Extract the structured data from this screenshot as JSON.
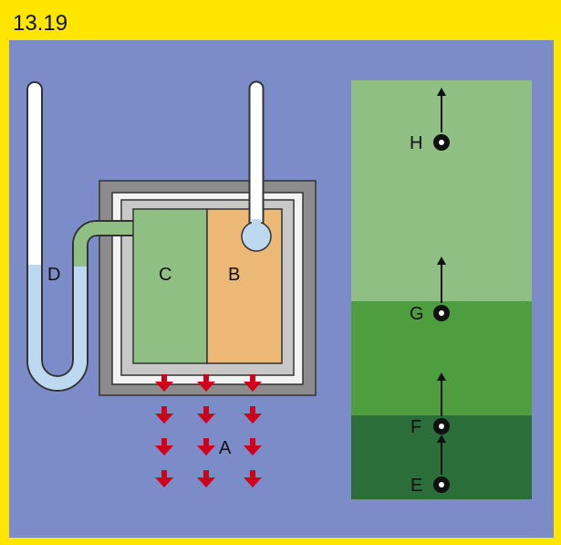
{
  "figure": {
    "number": "13.19",
    "colors": {
      "frame": "#ffe600",
      "background": "#7b8cc8",
      "tube_fluid": "#bcd9f0",
      "chamber_c": "#8fbf83",
      "chamber_b": "#ebb876",
      "insulation": "#8c8c8c",
      "heat_arrow": "#d0021b",
      "column_top": "#8fbf83",
      "column_middle": "#4e9e40",
      "column_bottom": "#2b6e3a"
    }
  },
  "apparatus": {
    "labels": {
      "A": "A",
      "B": "B",
      "C": "C",
      "D": "D"
    },
    "heat_arrow_rows": 4,
    "heat_arrow_columns": 3
  },
  "column": {
    "points": [
      "E",
      "F",
      "G",
      "H"
    ]
  }
}
